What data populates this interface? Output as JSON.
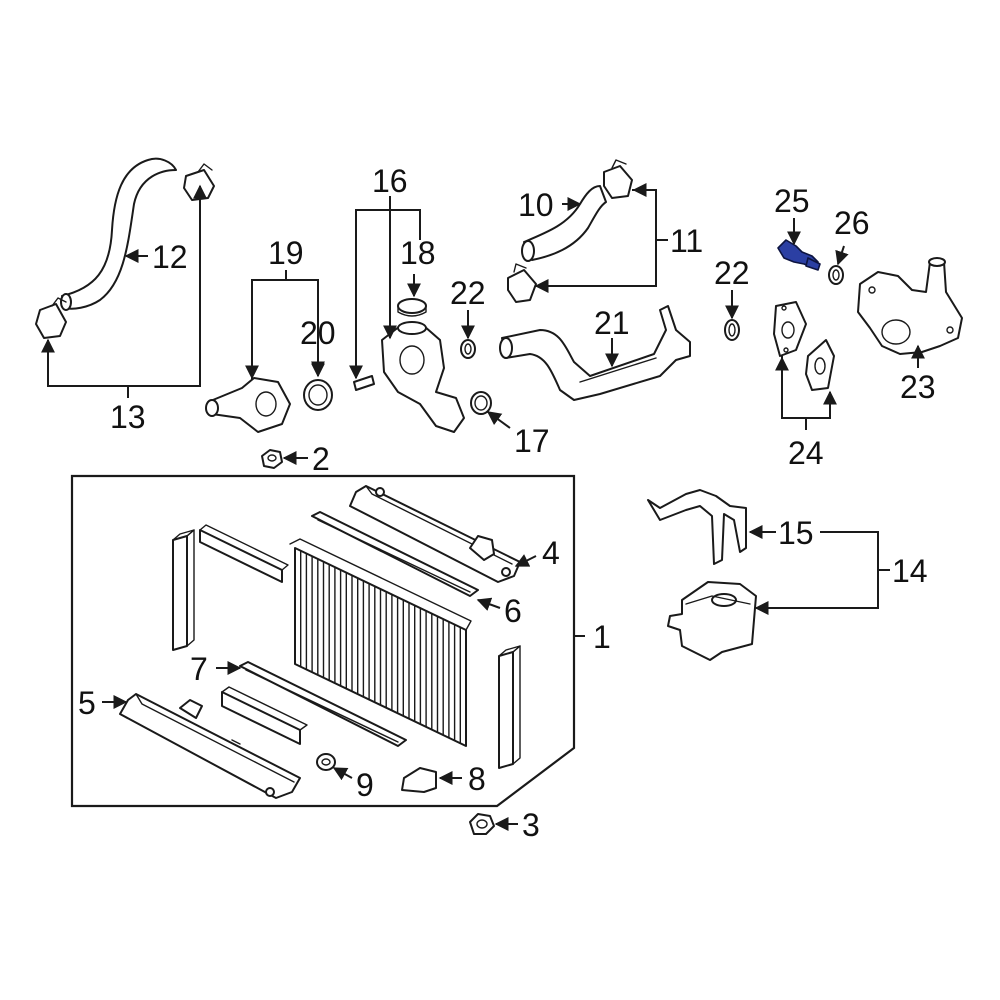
{
  "diagram": {
    "highlight_color": "#2b3fa3",
    "line_color": "#1a1a1a",
    "background": "#ffffff",
    "callouts": {
      "c1": "1",
      "c2": "2",
      "c3": "3",
      "c4": "4",
      "c5": "5",
      "c6": "6",
      "c7": "7",
      "c8": "8",
      "c9": "9",
      "c10": "10",
      "c11": "11",
      "c12": "12",
      "c13": "13",
      "c14": "14",
      "c15": "15",
      "c16": "16",
      "c17": "17",
      "c18": "18",
      "c19": "19",
      "c20": "20",
      "c21": "21",
      "c22a": "22",
      "c22b": "22",
      "c23": "23",
      "c24": "24",
      "c25": "25",
      "c26": "26"
    }
  }
}
